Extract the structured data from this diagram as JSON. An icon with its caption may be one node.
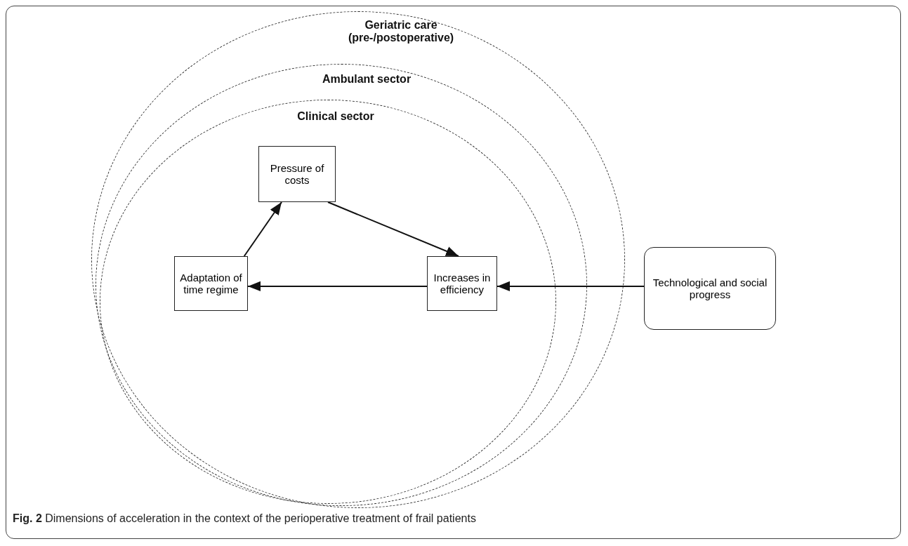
{
  "diagram": {
    "caption": "**Fig. 2** Dimensions of acceleration in the context of the perioperative treatment of frail patients",
    "nodes": [
      {
        "text": [
          "Geriatric care (pre-/postoperative)"
        ]
      },
      {
        "text": [
          "Ambulant sector"
        ],
        "in": 0
      },
      {
        "text": [
          "Clinical sector"
        ],
        "in": 1
      },
      {
        "text": [
          "Pressure of costs"
        ],
        "in": 2
      },
      {
        "text": [
          "Increases in efficiency"
        ],
        "in": 2
      },
      {
        "text": [
          "Adaptation of time regime"
        ],
        "in": 2
      },
      {
        "text": [
          "Technological and social progress"
        ]
      }
    ],
    "edges": [
      {
        "from": 3,
        "to": 4,
        "arrow": "to"
      },
      {
        "from": 4,
        "to": 5,
        "arrow": "to"
      },
      {
        "from": 5,
        "to": 3,
        "arrow": "to"
      },
      {
        "from": 6,
        "to": 4,
        "arrow": "to"
      }
    ]
  }
}
